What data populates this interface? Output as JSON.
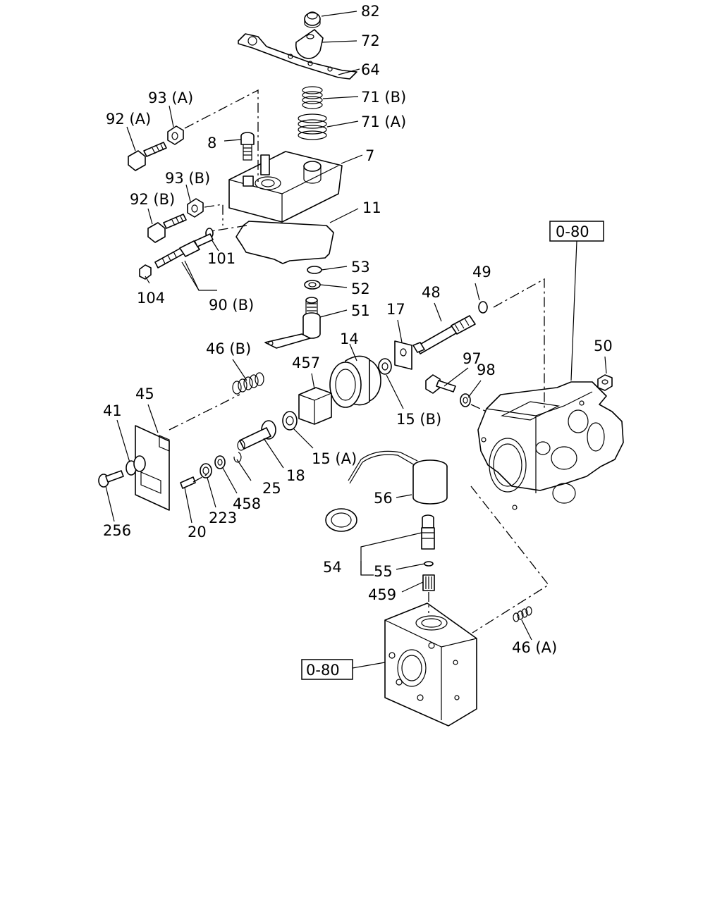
{
  "labels": {
    "l82": "82",
    "l72": "72",
    "l64": "64",
    "l71b": "71 (B)",
    "l71a": "71 (A)",
    "l93a": "93 (A)",
    "l92a": "92 (A)",
    "l8": "8",
    "l7": "7",
    "l93b": "93 (B)",
    "l92b": "92 (B)",
    "l11": "11",
    "l101": "101",
    "l104": "104",
    "l90b": "90 (B)",
    "l53": "53",
    "l52": "52",
    "l51": "51",
    "l0_80_top": "0-80",
    "l49": "49",
    "l48": "48",
    "l17": "17",
    "l14": "14",
    "l457": "457",
    "l46b": "46 (B)",
    "l45": "45",
    "l41": "41",
    "l97": "97",
    "l98": "98",
    "l50": "50",
    "l15b": "15 (B)",
    "l15a": "15 (A)",
    "l18": "18",
    "l25": "25",
    "l458": "458",
    "l223": "223",
    "l20": "20",
    "l256": "256",
    "l56": "56",
    "l54": "54",
    "l55": "55",
    "l459": "459",
    "l0_80_bot": "0-80",
    "l46a": "46 (A)"
  }
}
